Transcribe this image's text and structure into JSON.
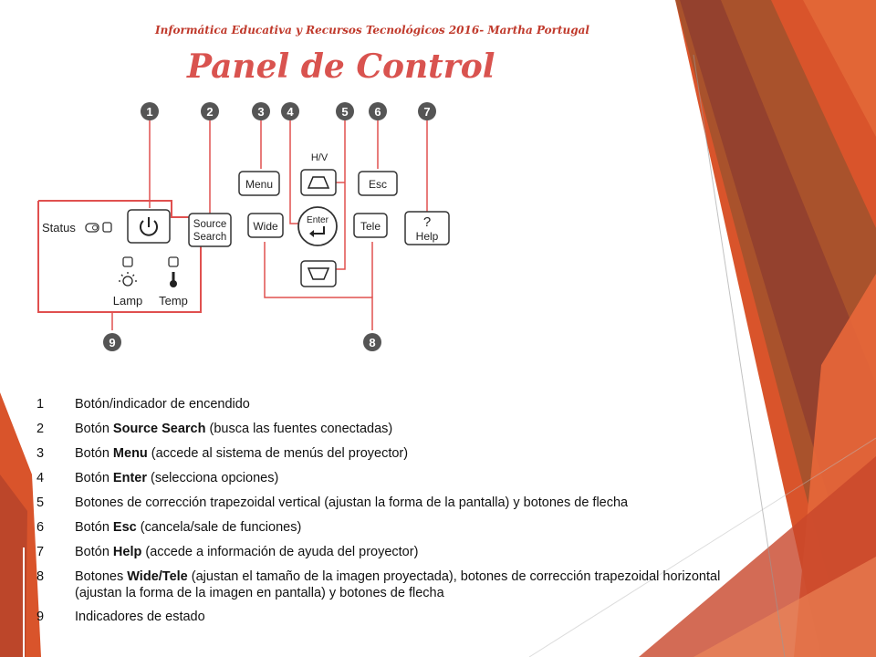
{
  "header": "Informática Educativa y Recursos Tecnológicos 2016- Martha Portugal",
  "title": "Panel de Control",
  "colors": {
    "accent": "#d9534f",
    "panel_outline": "#e0504f",
    "callout": "#555555"
  },
  "panel": {
    "callouts": [
      "1",
      "2",
      "3",
      "4",
      "5",
      "6",
      "7",
      "8",
      "9"
    ],
    "buttons": {
      "source": [
        "Source",
        "Search"
      ],
      "menu": "Menu",
      "wide": "Wide",
      "enter": "Enter",
      "esc": "Esc",
      "tele": "Tele",
      "help": "Help",
      "help_symbol": "?",
      "hv": "H/V"
    },
    "indicators": {
      "status": "Status",
      "lamp": "Lamp",
      "temp": "Temp"
    }
  },
  "items": [
    {
      "n": "1",
      "pre": "Botón/indicador de encendido",
      "bold": "",
      "post": ""
    },
    {
      "n": "2",
      "pre": "Botón ",
      "bold": "Source Search",
      "post": " (busca las fuentes conectadas)"
    },
    {
      "n": "3",
      "pre": "Botón ",
      "bold": "Menu",
      "post": " (accede al sistema de menús del proyector)"
    },
    {
      "n": "4",
      "pre": "Botón ",
      "bold": "Enter",
      "post": " (selecciona opciones)"
    },
    {
      "n": "5",
      "pre": "Botones de corrección trapezoidal vertical (ajustan la forma de la pantalla) y botones de flecha",
      "bold": "",
      "post": ""
    },
    {
      "n": "6",
      "pre": "Botón ",
      "bold": "Esc",
      "post": " (cancela/sale de funciones)"
    },
    {
      "n": "7",
      "pre": "Botón ",
      "bold": "Help",
      "post": " (accede a información de ayuda del proyector)"
    },
    {
      "n": "8",
      "pre": "Botones ",
      "bold": "Wide/Tele",
      "post": " (ajustan el tamaño de la imagen proyectada), botones de corrección trapezoidal horizontal (ajustan la forma de la imagen en pantalla) y botones de flecha"
    },
    {
      "n": "9",
      "pre": "Indicadores de estado",
      "bold": "",
      "post": ""
    }
  ]
}
